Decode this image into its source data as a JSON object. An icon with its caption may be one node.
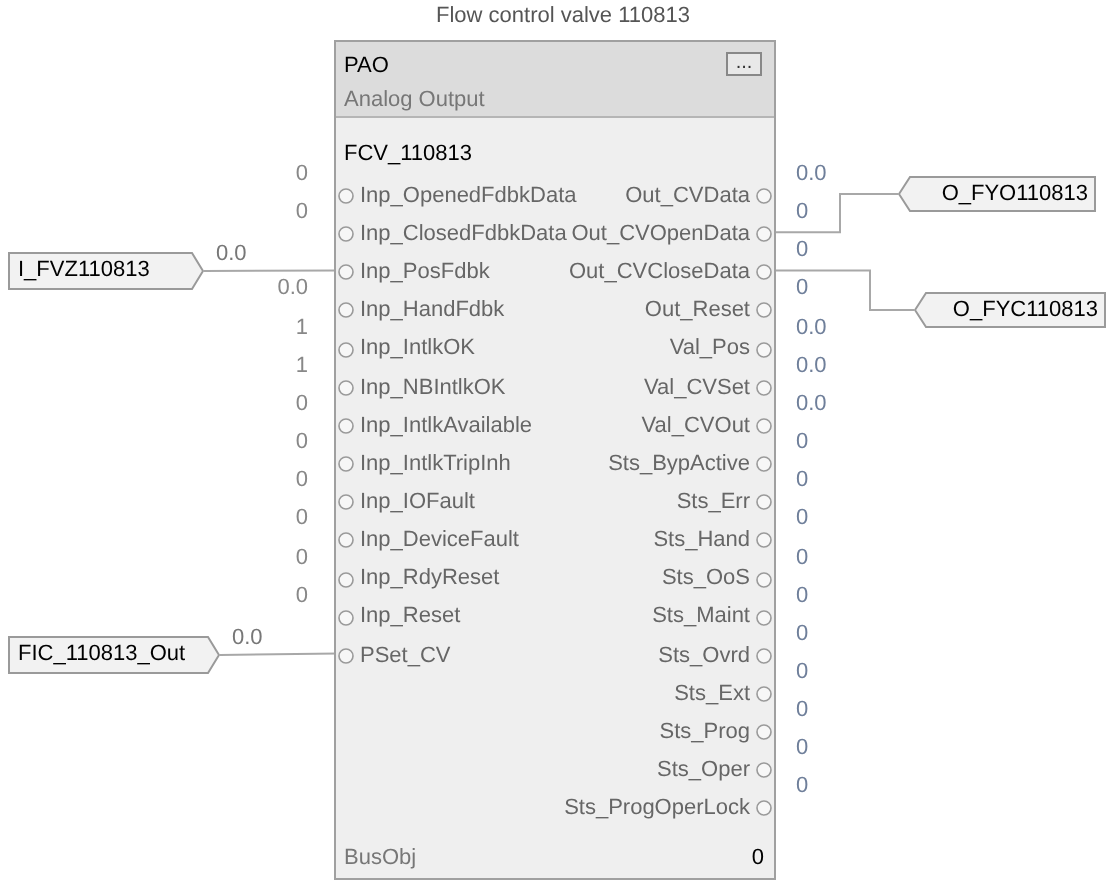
{
  "diagram": {
    "title": "Flow control valve 110813",
    "nodes": [
      {
        "text": [
          "PAO",
          "Analog Output",
          "FCV_110813",
          "BusObj",
          "0"
        ]
      },
      {
        "text": [
          "I_FVZ110813"
        ]
      },
      {
        "text": [
          "FIC_110813_Out"
        ]
      },
      {
        "text": [
          "O_FYO110813"
        ]
      },
      {
        "text": [
          "O_FYC110813"
        ]
      },
      {
        "text": [
          "Inp_OpenedFdbkData"
        ],
        "in": 0,
        "beside": [
          "0"
        ]
      },
      {
        "text": [
          "Inp_ClosedFdbkData"
        ],
        "in": 0,
        "beside": [
          "0"
        ]
      },
      {
        "text": [
          "Inp_PosFdbk"
        ],
        "in": 0
      },
      {
        "text": [
          "Inp_HandFdbk"
        ],
        "in": 0,
        "beside": [
          "0.0"
        ]
      },
      {
        "text": [
          "Inp_IntlkOK"
        ],
        "in": 0,
        "beside": [
          "1"
        ]
      },
      {
        "text": [
          "Inp_NBIntlkOK"
        ],
        "in": 0,
        "beside": [
          "1"
        ]
      },
      {
        "text": [
          "Inp_IntlkAvailable"
        ],
        "in": 0,
        "beside": [
          "0"
        ]
      },
      {
        "text": [
          "Inp_IntlkTripInh"
        ],
        "in": 0,
        "beside": [
          "0"
        ]
      },
      {
        "text": [
          "Inp_IOFault"
        ],
        "in": 0,
        "beside": [
          "0"
        ]
      },
      {
        "text": [
          "Inp_DeviceFault"
        ],
        "in": 0,
        "beside": [
          "0"
        ]
      },
      {
        "text": [
          "Inp_RdyReset"
        ],
        "in": 0,
        "beside": [
          "0"
        ]
      },
      {
        "text": [
          "Inp_Reset"
        ],
        "in": 0,
        "beside": [
          "0"
        ]
      },
      {
        "text": [
          "PSet_CV"
        ],
        "in": 0
      },
      {
        "text": [
          "Out_CVData"
        ],
        "in": 0,
        "beside": [
          "0.0"
        ]
      },
      {
        "text": [
          "Out_CVOpenData"
        ],
        "in": 0,
        "beside": [
          "0"
        ]
      },
      {
        "text": [
          "Out_CVCloseData"
        ],
        "in": 0,
        "beside": [
          "0"
        ]
      },
      {
        "text": [
          "Out_Reset"
        ],
        "in": 0,
        "beside": [
          "0"
        ]
      },
      {
        "text": [
          "Val_Pos"
        ],
        "in": 0,
        "beside": [
          "0.0"
        ]
      },
      {
        "text": [
          "Val_CVSet"
        ],
        "in": 0,
        "beside": [
          "0.0"
        ]
      },
      {
        "text": [
          "Val_CVOut"
        ],
        "in": 0,
        "beside": [
          "0.0"
        ]
      },
      {
        "text": [
          "Sts_BypActive"
        ],
        "in": 0,
        "beside": [
          "0"
        ]
      },
      {
        "text": [
          "Sts_Err"
        ],
        "in": 0,
        "beside": [
          "0"
        ]
      },
      {
        "text": [
          "Sts_Hand"
        ],
        "in": 0,
        "beside": [
          "0"
        ]
      },
      {
        "text": [
          "Sts_OoS"
        ],
        "in": 0,
        "beside": [
          "0"
        ]
      },
      {
        "text": [
          "Sts_Maint"
        ],
        "in": 0,
        "beside": [
          "0"
        ]
      },
      {
        "text": [
          "Sts_Ovrd"
        ],
        "in": 0,
        "beside": [
          "0"
        ]
      },
      {
        "text": [
          "Sts_Ext"
        ],
        "in": 0,
        "beside": [
          "0"
        ]
      },
      {
        "text": [
          "Sts_Prog"
        ],
        "in": 0,
        "beside": [
          "0"
        ]
      },
      {
        "text": [
          "Sts_Oper"
        ],
        "in": 0,
        "beside": [
          "0"
        ]
      },
      {
        "text": [
          "Sts_ProgOperLock"
        ],
        "in": 0,
        "beside": [
          "0"
        ]
      }
    ],
    "edges": [
      {
        "from": 1,
        "to": 7,
        "arrow": "none",
        "label": "0.0"
      },
      {
        "from": 2,
        "to": 17,
        "arrow": "none",
        "label": "0.0"
      },
      {
        "from": 19,
        "to": 3,
        "arrow": "none"
      },
      {
        "from": 20,
        "to": 4,
        "arrow": "none"
      }
    ],
    "labels": [
      "..."
    ]
  }
}
